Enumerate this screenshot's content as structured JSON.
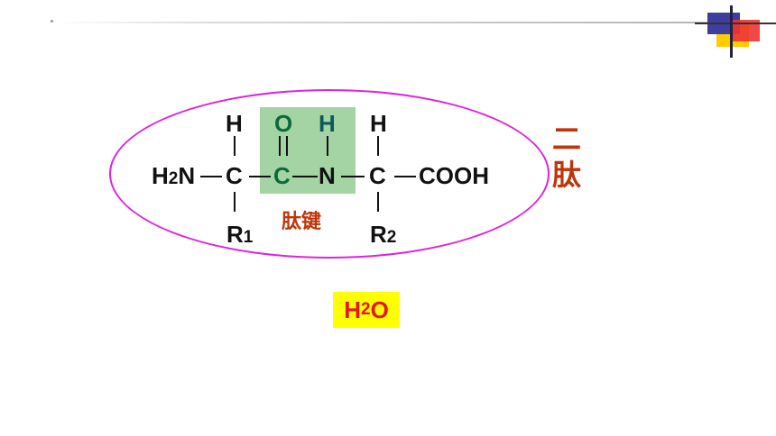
{
  "colors": {
    "ellipse": "#e020e0",
    "peptide_bond_highlight": "#a4d4a4",
    "label_red": "#c0340a",
    "water_bg": "#ffff00",
    "water_text": "#e8141e"
  },
  "structure": {
    "amine_h": "H",
    "amine_sub": "2",
    "amine_n": "N",
    "c1": "C",
    "c1_top": "H",
    "c1_bottom": "R",
    "c1_bottom_sub": "1",
    "c2": "C",
    "c2_top": "O",
    "n2": "N",
    "n2_top": "H",
    "c3": "C",
    "c3_top": "H",
    "c3_bottom": "R",
    "c3_bottom_sub": "2",
    "carboxyl": "COOH"
  },
  "labels": {
    "peptide_bond": "肽键",
    "dipeptide_line1": "二",
    "dipeptide_line2": "肽",
    "water_h": "H",
    "water_sub": "2",
    "water_o": "O"
  }
}
